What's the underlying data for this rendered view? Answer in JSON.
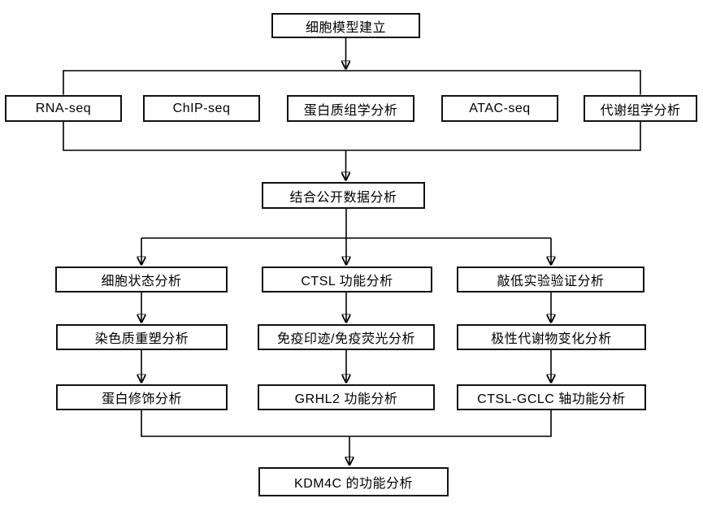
{
  "diagram": {
    "type": "flowchart",
    "background_color": "#ffffff",
    "line_color": "#000000",
    "box_fill_color": "#ffffff",
    "box_border_color": "#111111",
    "text_color": "#000000",
    "nodes": {
      "cell_model": {
        "label": "细胞模型建立"
      },
      "rna_seq": {
        "label": "RNA-seq"
      },
      "chip_seq": {
        "label": "ChIP-seq"
      },
      "proteomics": {
        "label": "蛋白质组学分析"
      },
      "atac_seq": {
        "label": "ATAC-seq"
      },
      "metabolomics": {
        "label": "代谢组学分析"
      },
      "public_data": {
        "label": "结合公开数据分析"
      },
      "cell_state": {
        "label": "细胞状态分析"
      },
      "ctsl_function": {
        "label": "CTSL 功能分析"
      },
      "knockdown": {
        "label": "敲低实验验证分析"
      },
      "chromatin": {
        "label": "染色质重塑分析"
      },
      "immunoblot": {
        "label": "免疫印迹/免疫荧光分析"
      },
      "polar_metabolite": {
        "label": "极性代谢物变化分析"
      },
      "protein_mod": {
        "label": "蛋白修饰分析"
      },
      "grhl2": {
        "label": "GRHL2 功能分析"
      },
      "ctsl_gclc": {
        "label": "CTSL-GCLC 轴功能分析"
      },
      "kdm4c": {
        "label": "KDM4C 的功能分析"
      }
    },
    "edges": [
      {
        "from": "cell_model",
        "to": [
          "rna_seq",
          "chip_seq",
          "proteomics",
          "atac_seq",
          "metabolomics"
        ]
      },
      {
        "from": [
          "rna_seq",
          "chip_seq",
          "proteomics",
          "atac_seq",
          "metabolomics"
        ],
        "to": "public_data"
      },
      {
        "from": "public_data",
        "to": [
          "cell_state",
          "ctsl_function",
          "knockdown"
        ]
      },
      {
        "from": "cell_state",
        "to": "chromatin"
      },
      {
        "from": "chromatin",
        "to": "protein_mod"
      },
      {
        "from": "ctsl_function",
        "to": "immunoblot"
      },
      {
        "from": "immunoblot",
        "to": "grhl2"
      },
      {
        "from": "knockdown",
        "to": "polar_metabolite"
      },
      {
        "from": "polar_metabolite",
        "to": "ctsl_gclc"
      },
      {
        "from": [
          "protein_mod",
          "grhl2",
          "ctsl_gclc"
        ],
        "to": "kdm4c"
      }
    ]
  }
}
